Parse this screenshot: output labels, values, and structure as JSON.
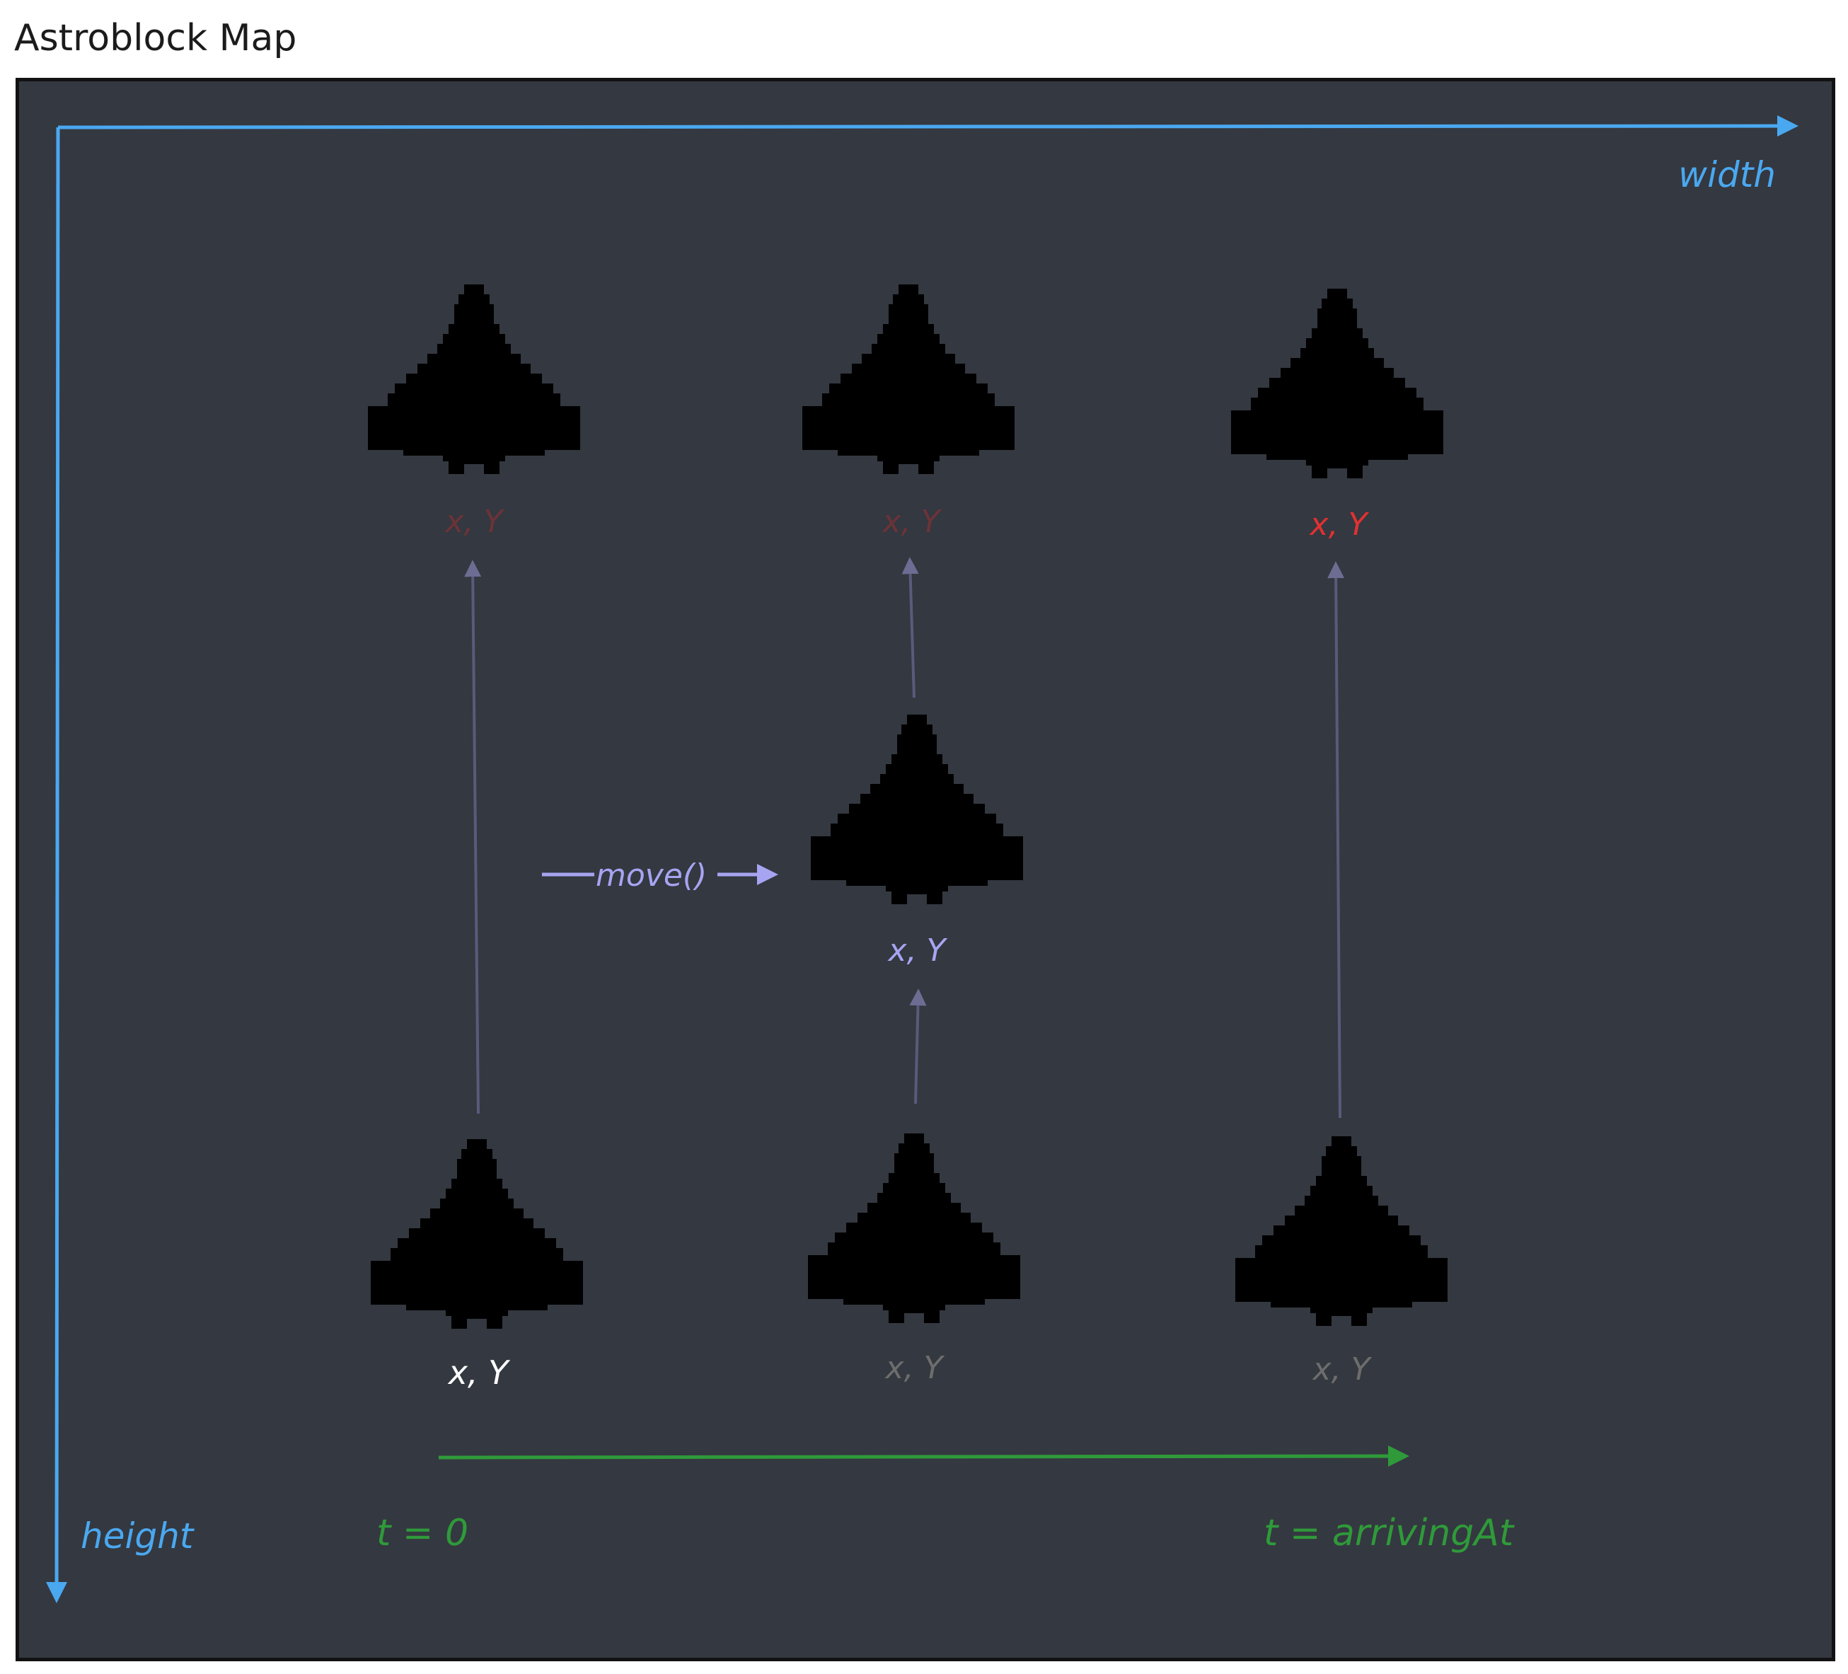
{
  "title": "Astroblock Map",
  "axes": {
    "width_label": "width",
    "height_label": "height"
  },
  "time": {
    "start_label": "t = 0",
    "end_label": "t = arrivingAt"
  },
  "move_label": "move()",
  "coordinate_label": "x, Y",
  "colors": {
    "background": "#343840",
    "axis": "#4aa8f0",
    "time": "#2f9a3a",
    "ship_active": "#8f8ef4",
    "ship_ghost": "#4e5072",
    "move": "#a7a4f2",
    "label_start": "#ffffff",
    "label_ghost": "#6d6d6d",
    "label_target_ghost": "#6b3338",
    "label_target": "#e03131",
    "path": "#5a5a7c"
  },
  "ships": [
    {
      "id": "ship-start",
      "state": "active",
      "label_color": "label_start"
    },
    {
      "id": "ship-mid-bottom",
      "state": "ghost",
      "label_color": "label_ghost"
    },
    {
      "id": "ship-right-bottom",
      "state": "ghost",
      "label_color": "label_ghost"
    },
    {
      "id": "ship-moving",
      "state": "active",
      "label_color": "move"
    },
    {
      "id": "ship-left-top",
      "state": "ghost",
      "label_color": "label_target_ghost"
    },
    {
      "id": "ship-mid-top",
      "state": "ghost",
      "label_color": "label_target_ghost"
    },
    {
      "id": "ship-target",
      "state": "active",
      "label_color": "label_target"
    }
  ]
}
